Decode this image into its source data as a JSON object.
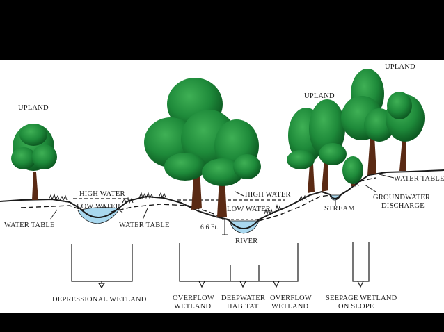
{
  "labels": {
    "upland_left": "UPLAND",
    "upland_mid": "UPLAND",
    "upland_right": "UPLAND",
    "water_table_left": "WATER TABLE",
    "water_table_mid": "WATER TABLE",
    "water_table_right": "WATER TABLE",
    "high_water_left": "HIGH WATER",
    "low_water_left": "LOW WATER",
    "high_water_river": "HIGH WATER",
    "low_water_river": "LOW WATER",
    "depth": "6.6 Ft.",
    "river": "RIVER",
    "stream": "STREAM",
    "groundwater_1": "GROUNDWATER",
    "groundwater_2": "DISCHARGE"
  },
  "zones": {
    "depressional": "DEPRESSIONAL WETLAND",
    "overflow_left_1": "OVERFLOW",
    "overflow_left_2": "WETLAND",
    "deepwater_1": "DEEPWATER",
    "deepwater_2": "HABITAT",
    "overflow_right_1": "OVERFLOW",
    "overflow_right_2": "WETLAND",
    "seepage_1": "SEEPAGE WETLAND",
    "seepage_2": "ON SLOPE"
  },
  "colors": {
    "background": "#000000",
    "panel": "#ffffff",
    "foliage": "#1e8a3a",
    "foliage_dark": "#0d5a22",
    "trunk": "#5a2a14",
    "water": "#a9d8ef",
    "ink": "#1a1a1a"
  }
}
